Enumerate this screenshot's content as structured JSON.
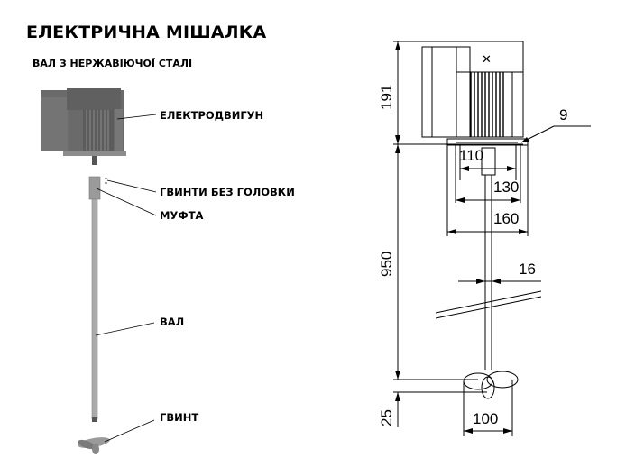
{
  "header": {
    "title": "ЕЛЕКТРИЧНА МІШАЛКА",
    "subtitle": "ВАЛ З НЕРЖАВІЮЧОЇ СТАЛІ"
  },
  "parts": {
    "motor": "ЕЛЕКТРОДВИГУН",
    "set_screws": "ГВИНТИ БЕЗ ГОЛОВКИ",
    "coupling": "МУФТА",
    "shaft": "ВАЛ",
    "propeller": "ГВИНТ"
  },
  "dimensions": {
    "motor_height": "191",
    "flange_thickness": "9",
    "inner_width": "110",
    "mid_width": "130",
    "flange_width": "160",
    "shaft_length": "950",
    "shaft_diameter": "16",
    "propeller_height": "25",
    "propeller_diameter": "100"
  },
  "colors": {
    "motor_body": "#6e6e6e",
    "motor_dark": "#555555",
    "shaft": "#a8a8a8",
    "line": "#000000"
  }
}
